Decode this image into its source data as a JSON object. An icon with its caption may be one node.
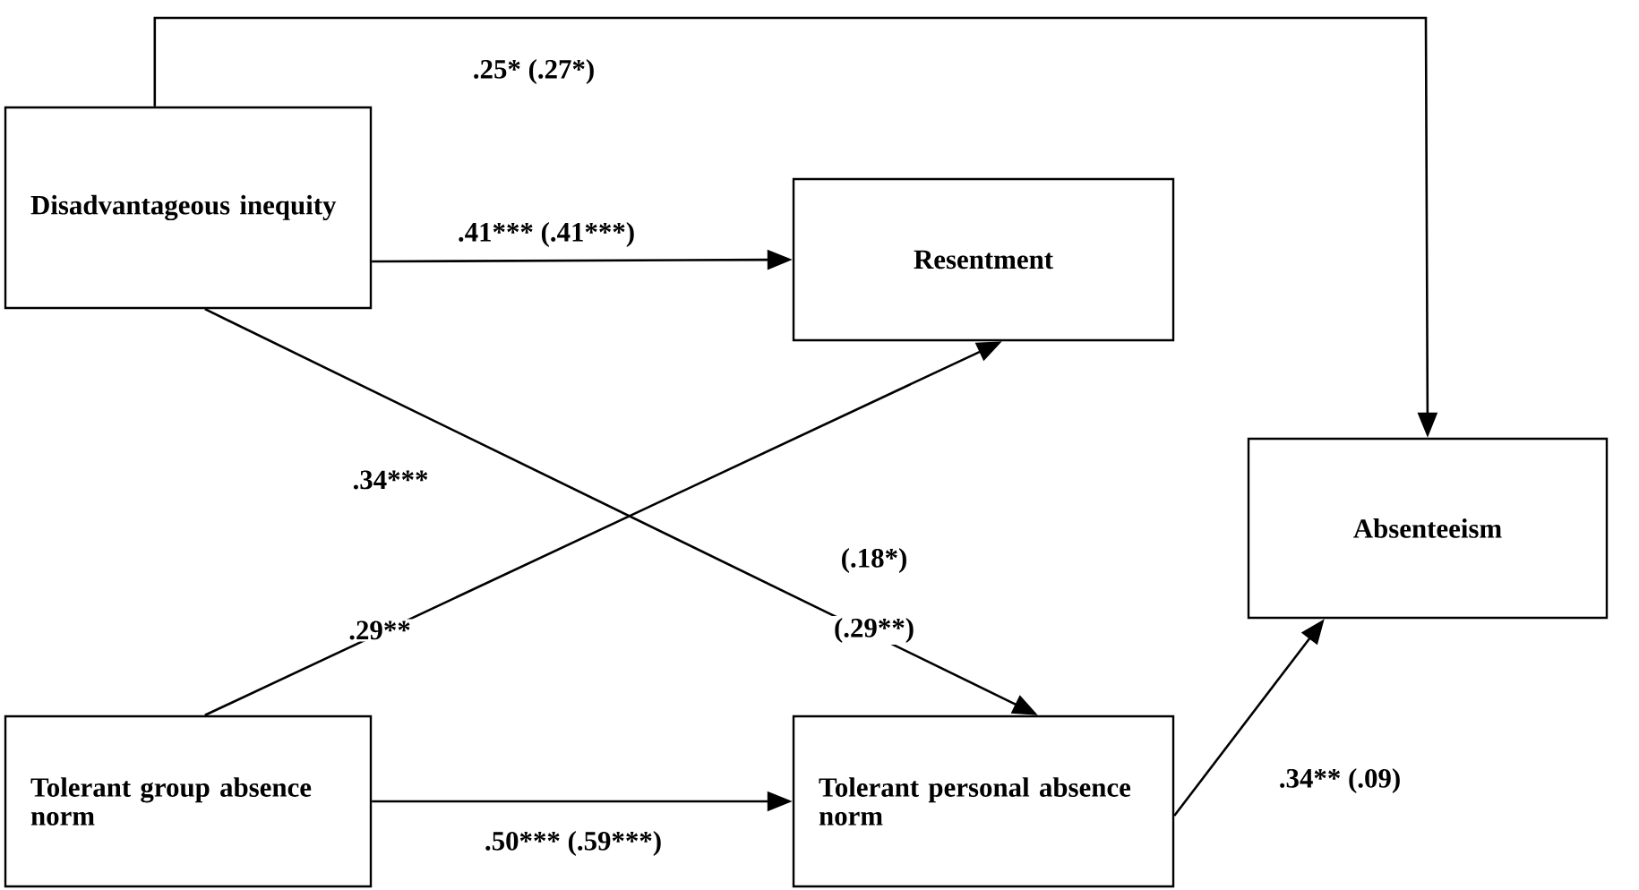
{
  "diagram": {
    "nodes": [
      {
        "text": [
          "Disadvantageous inequity"
        ]
      },
      {
        "text": [
          "Resentment"
        ]
      },
      {
        "text": [
          "Tolerant group absence norm"
        ]
      },
      {
        "text": [
          "Absenteeism"
        ]
      },
      {
        "text": [
          "Tolerant personal absence norm"
        ]
      }
    ],
    "edges": [
      {
        "from": 0,
        "to": 1,
        "arrow": "to",
        "label": ".41***   (.41***)"
      },
      {
        "from": 0,
        "to": 3,
        "arrow": "to",
        "label": ".25*   (.27*)"
      },
      {
        "from": 0,
        "to": 4,
        "arrow": "to",
        "label": ".34***"
      },
      {
        "from": 2,
        "to": 1,
        "arrow": "to",
        "label": ".29**"
      },
      {
        "from": 2,
        "to": 4,
        "arrow": "to",
        "label": ".50***   (.59***)"
      },
      {
        "from": 4,
        "to": 3,
        "arrow": "to",
        "label": ".34**   (.09)"
      }
    ],
    "labels": [
      "(.18*)",
      "(.29**)"
    ]
  }
}
